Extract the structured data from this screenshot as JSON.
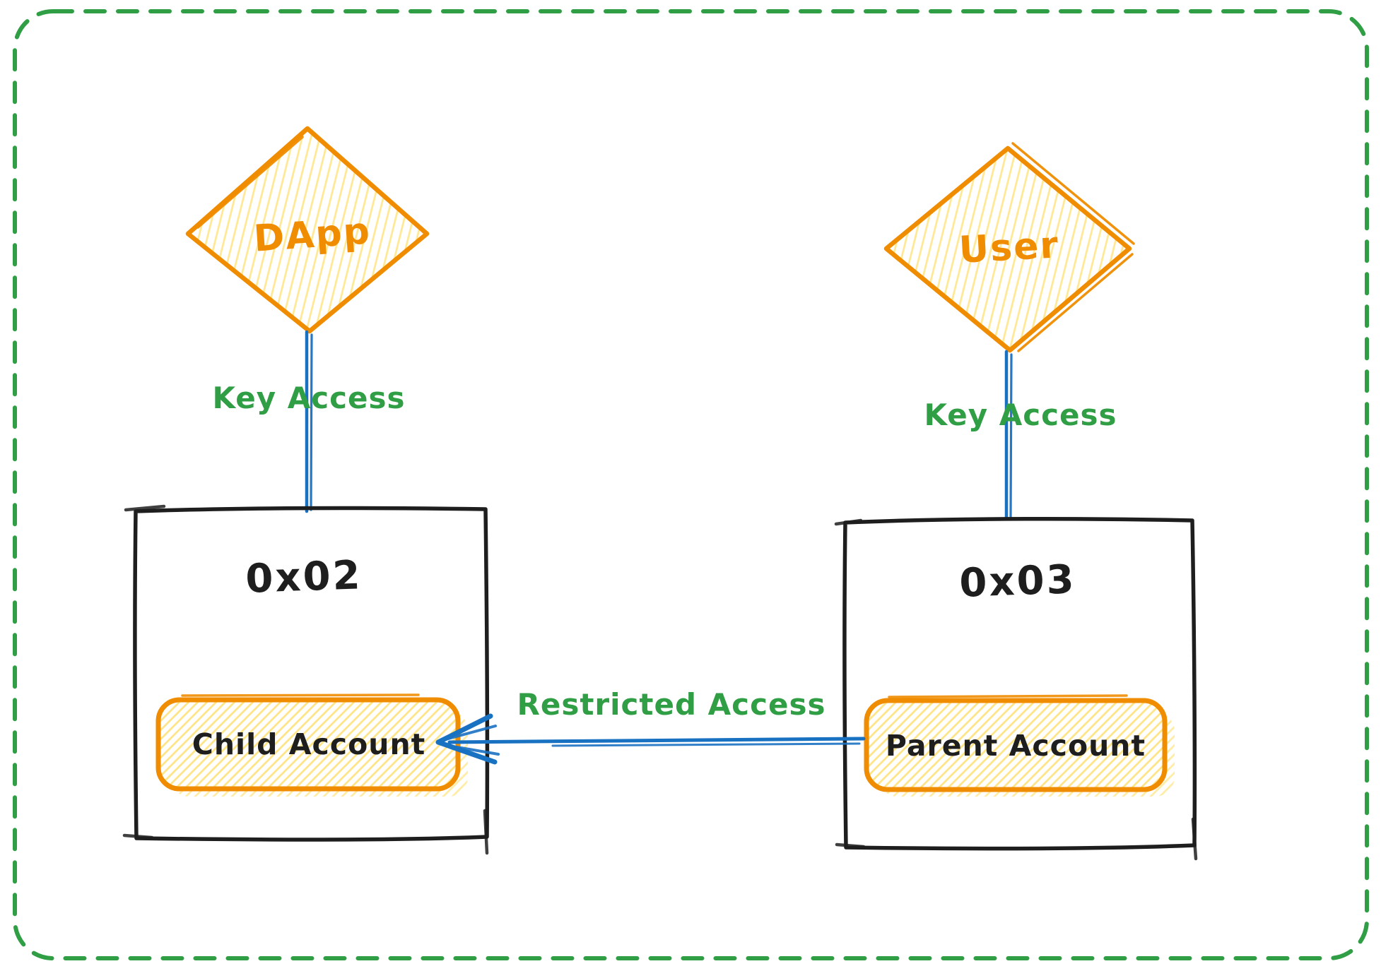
{
  "colors": {
    "border_green": "#2f9e44",
    "label_green": "#2f9e44",
    "connector_blue": "#1971c2",
    "shape_orange": "#f08c00",
    "hatch_yellow": "#ffd43b",
    "ink_black": "#1e1e1e",
    "background": "#ffffff"
  },
  "nodes": {
    "dapp": {
      "label": "DApp"
    },
    "user": {
      "label": "User"
    },
    "box_left": {
      "label": "0x02"
    },
    "box_right": {
      "label": "0x03"
    },
    "child_account": {
      "label": "Child Account"
    },
    "parent_account": {
      "label": "Parent Account"
    }
  },
  "edges": {
    "dapp_key_access": {
      "label": "Key Access"
    },
    "user_key_access": {
      "label": "Key Access"
    },
    "restricted_access": {
      "label": "Restricted Access"
    }
  }
}
